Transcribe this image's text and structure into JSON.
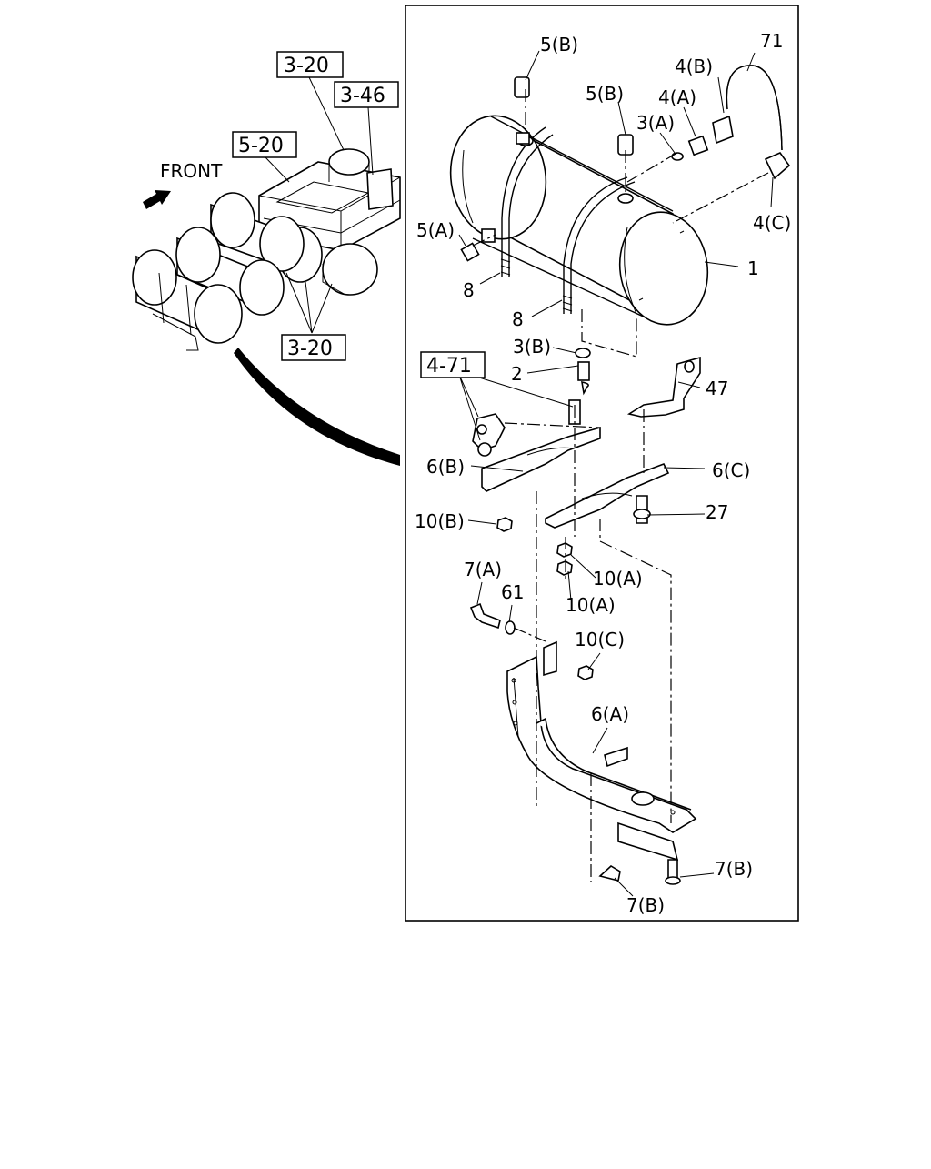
{
  "overview": {
    "front_label": "FRONT",
    "refs": [
      {
        "id": "ref-3-20-top",
        "text": "3-20"
      },
      {
        "id": "ref-3-46",
        "text": "3-46"
      },
      {
        "id": "ref-5-20",
        "text": "5-20"
      },
      {
        "id": "ref-3-20-bottom",
        "text": "3-20"
      }
    ]
  },
  "detail": {
    "ref_4_71": "4-71",
    "callouts": [
      "5(B)",
      "5(B)",
      "71",
      "4(B)",
      "4(A)",
      "3(A)",
      "4(C)",
      "5(A)",
      "8",
      "1",
      "8",
      "3(B)",
      "2",
      "47",
      "6(B)",
      "6(C)",
      "27",
      "10(B)",
      "10(A)",
      "10(A)",
      "7(A)",
      "61",
      "10(C)",
      "6(A)",
      "7(B)",
      "7(B)"
    ]
  }
}
